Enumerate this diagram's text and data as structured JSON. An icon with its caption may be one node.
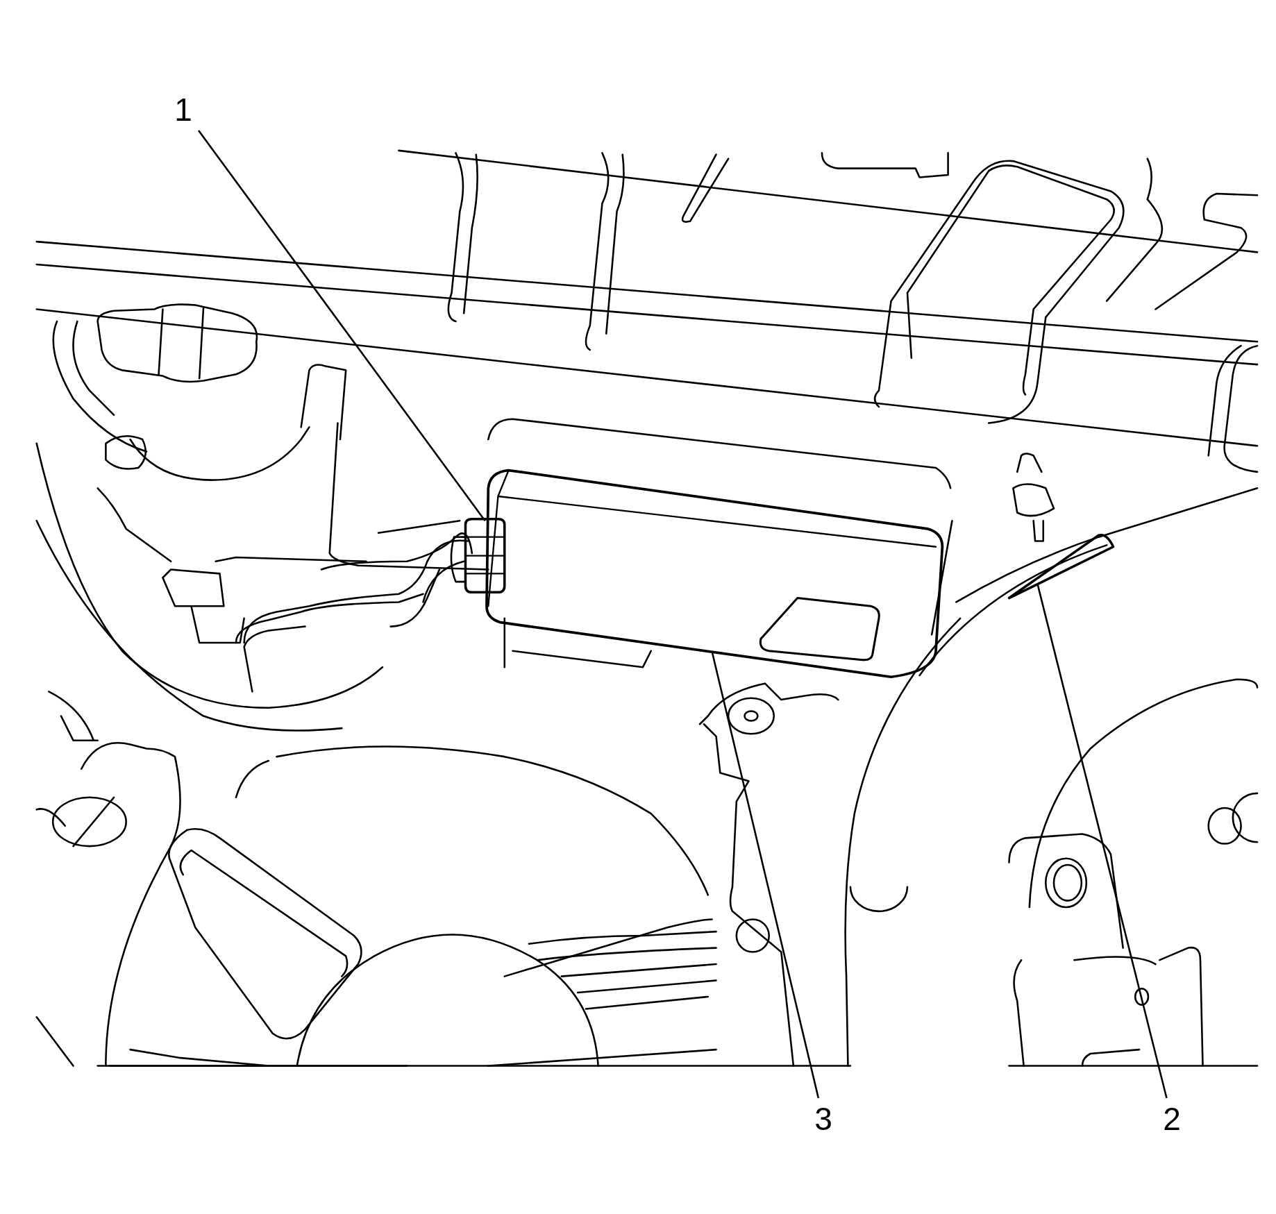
{
  "diagram": {
    "nodes": [
      {
        "text": [
          "1"
        ]
      },
      {
        "text": [
          "3"
        ]
      },
      {
        "text": [
          "2"
        ]
      },
      {
        "text": [],
        "shape": "picture"
      },
      {
        "text": [],
        "shape": "picture"
      },
      {
        "text": [],
        "shape": "picture"
      }
    ],
    "edges": [
      {
        "from": 0,
        "to": 3,
        "arrow": "none"
      },
      {
        "from": 1,
        "to": 4,
        "arrow": "none"
      },
      {
        "from": 2,
        "to": 5,
        "arrow": "none"
      }
    ]
  }
}
